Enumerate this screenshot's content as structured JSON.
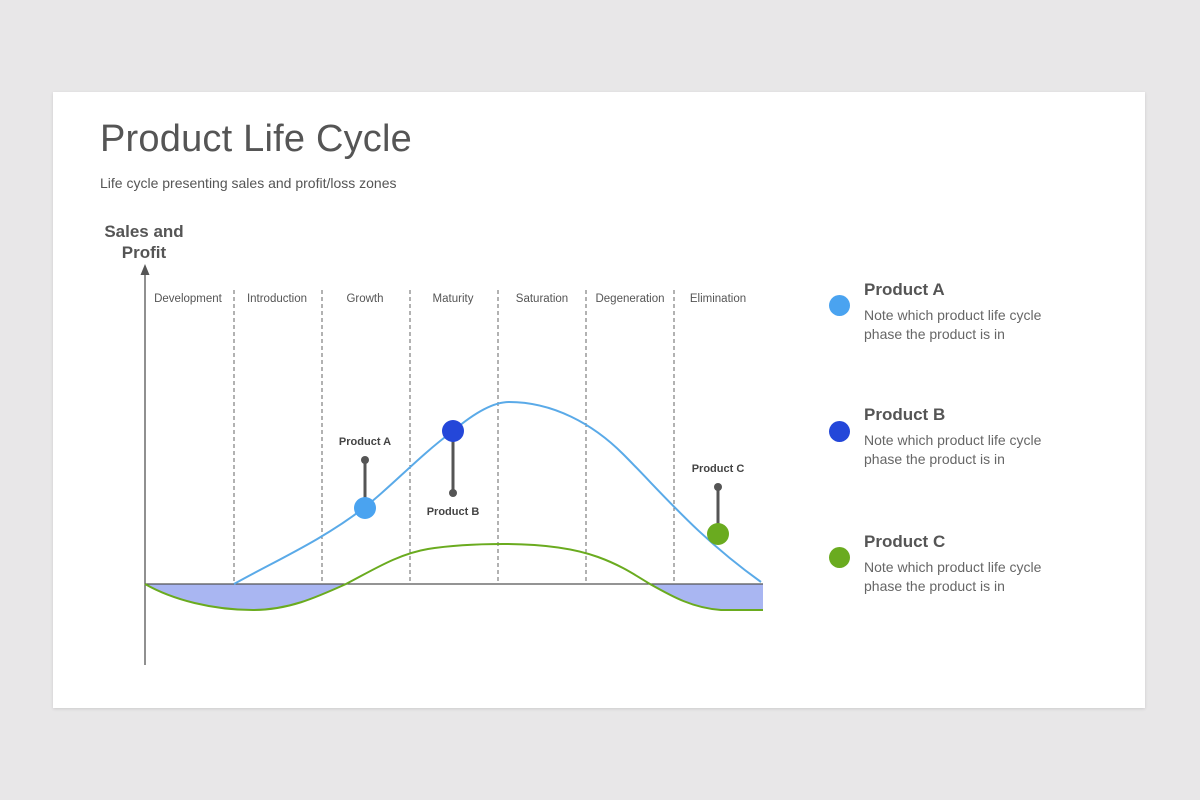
{
  "header": {
    "title": "Product Life Cycle",
    "subtitle": "Life cycle presenting  sales and profit/loss  zones"
  },
  "diagram": {
    "y_axis_label_line1": "Sales and",
    "y_axis_label_line2": "Profit",
    "phases": [
      "Development",
      "Introduction",
      "Growth",
      "Maturity",
      "Saturation",
      "Degeneration",
      "Elimination"
    ],
    "markers": [
      {
        "label": "Product A",
        "color": "#4aa3f0"
      },
      {
        "label": "Product B",
        "color": "#2447d9"
      },
      {
        "label": "Product C",
        "color": "#6aab1f"
      }
    ],
    "colors": {
      "sales_curve": "#5aaae8",
      "profit_curve": "#6aab1f",
      "loss_fill": "#a9b6f2",
      "axis": "#555555",
      "divider": "#666666"
    }
  },
  "legend": [
    {
      "title": "Product A",
      "desc": "Note  which product  life cycle phase the product  is in",
      "color": "#4aa3f0"
    },
    {
      "title": "Product B",
      "desc": "Note  which product  life cycle phase the product  is in",
      "color": "#2447d9"
    },
    {
      "title": "Product C",
      "desc": "Note  which product  life cycle phase the product  is in",
      "color": "#6aab1f"
    }
  ]
}
